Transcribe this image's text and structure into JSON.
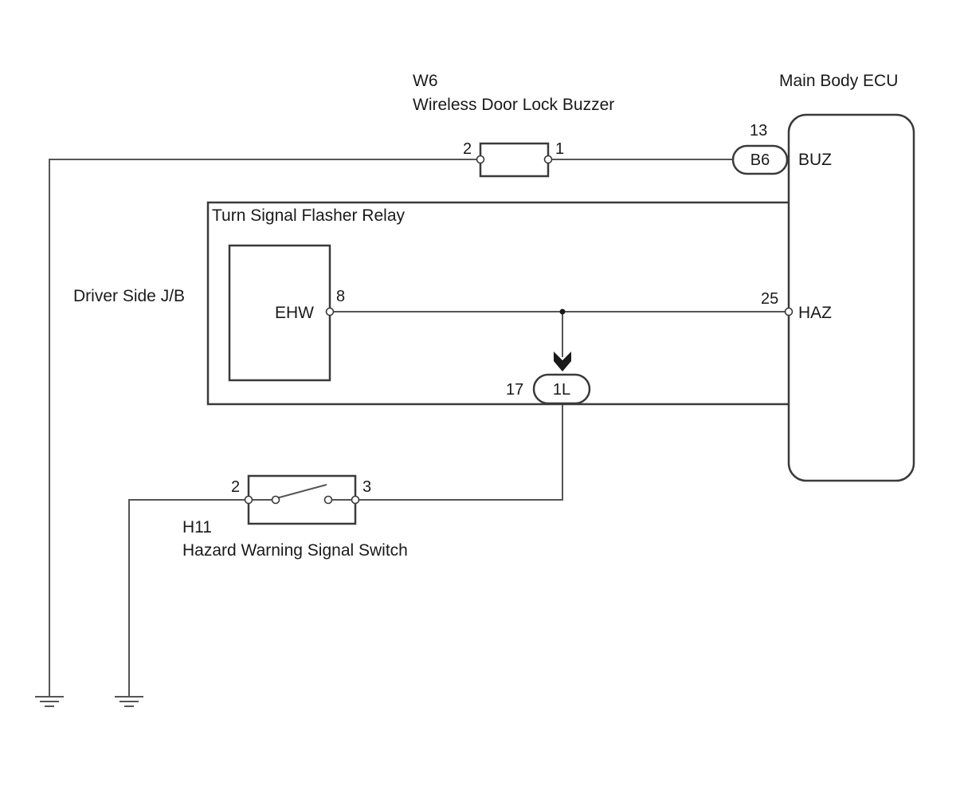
{
  "components": {
    "buzzer": {
      "code": "W6",
      "name": "Wireless Door Lock Buzzer",
      "pin_left": "2",
      "pin_right": "1"
    },
    "ecu": {
      "name": "Main Body ECU",
      "pin_buz": "BUZ",
      "pin_haz": "HAZ"
    },
    "connector_b6": {
      "id": "B6",
      "pin_number": "13"
    },
    "flasher_relay": {
      "name": "Turn Signal Flasher Relay",
      "pin_name": "EHW",
      "pin_number": "8"
    },
    "junction_block": {
      "name": "Driver Side J/B"
    },
    "connector_1l": {
      "id": "1L",
      "pin_number": "17"
    },
    "haz_pin_number": "25",
    "hazard_switch": {
      "code": "H11",
      "name": "Hazard Warning Signal Switch",
      "pin_left": "2",
      "pin_right": "3"
    }
  },
  "colors": {
    "wire": "#555555",
    "outline": "#3a3a3a",
    "text": "#1a1a1a"
  }
}
